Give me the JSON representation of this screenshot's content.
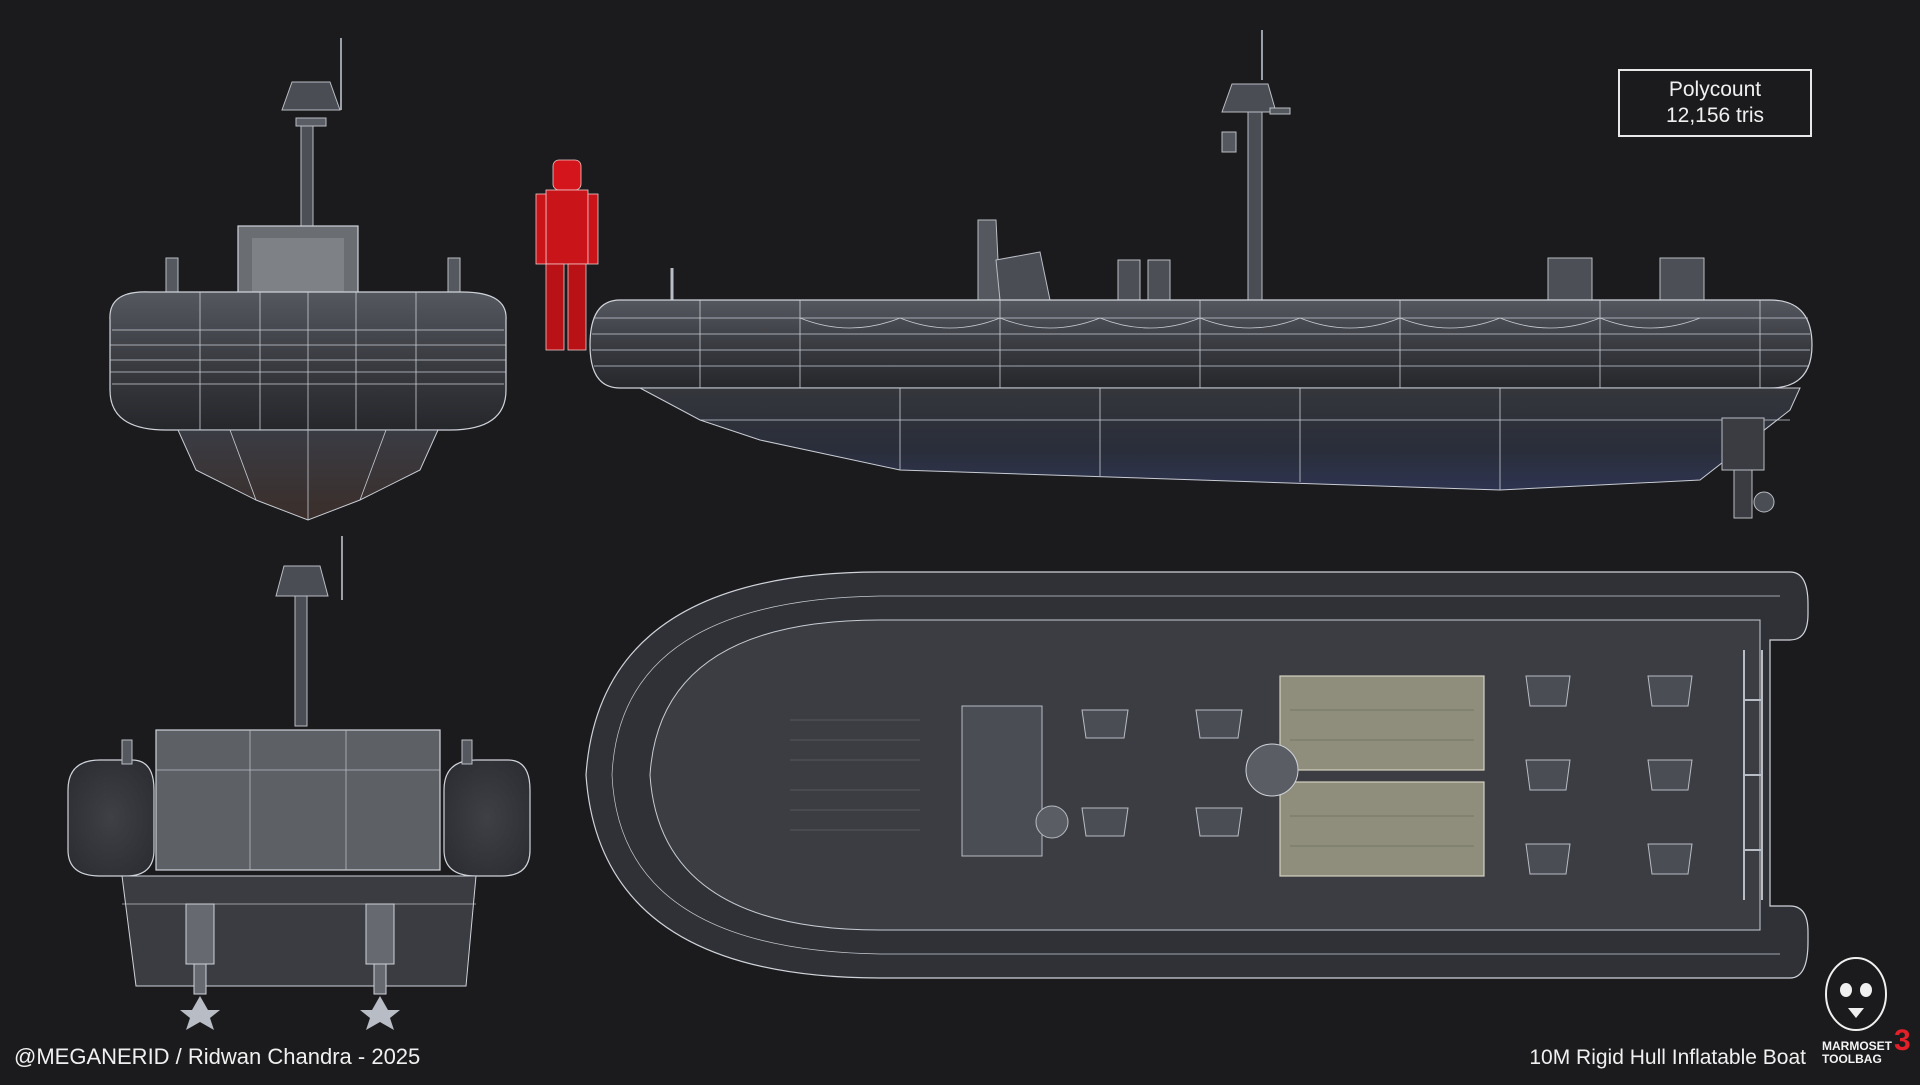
{
  "polycount": {
    "label": "Polycount",
    "value": "12,156 tris"
  },
  "credit": "@MEGANERID / Ridwan Chandra - 2025",
  "boat_title": "10M Rigid Hull Inflatable Boat",
  "logo": {
    "line1": "MARMOSET",
    "line2": "TOOLBAG",
    "version": "3",
    "accent_color": "#e2202a"
  },
  "colors": {
    "background": "#1b1b1d",
    "hull": "#3c3e44",
    "wire": "#c8ccd4",
    "figure": "#d4161c",
    "deck_panel": "#8f8e7c"
  },
  "views": [
    "front-view",
    "side-view",
    "rear-view",
    "top-view",
    "scale-figure"
  ]
}
